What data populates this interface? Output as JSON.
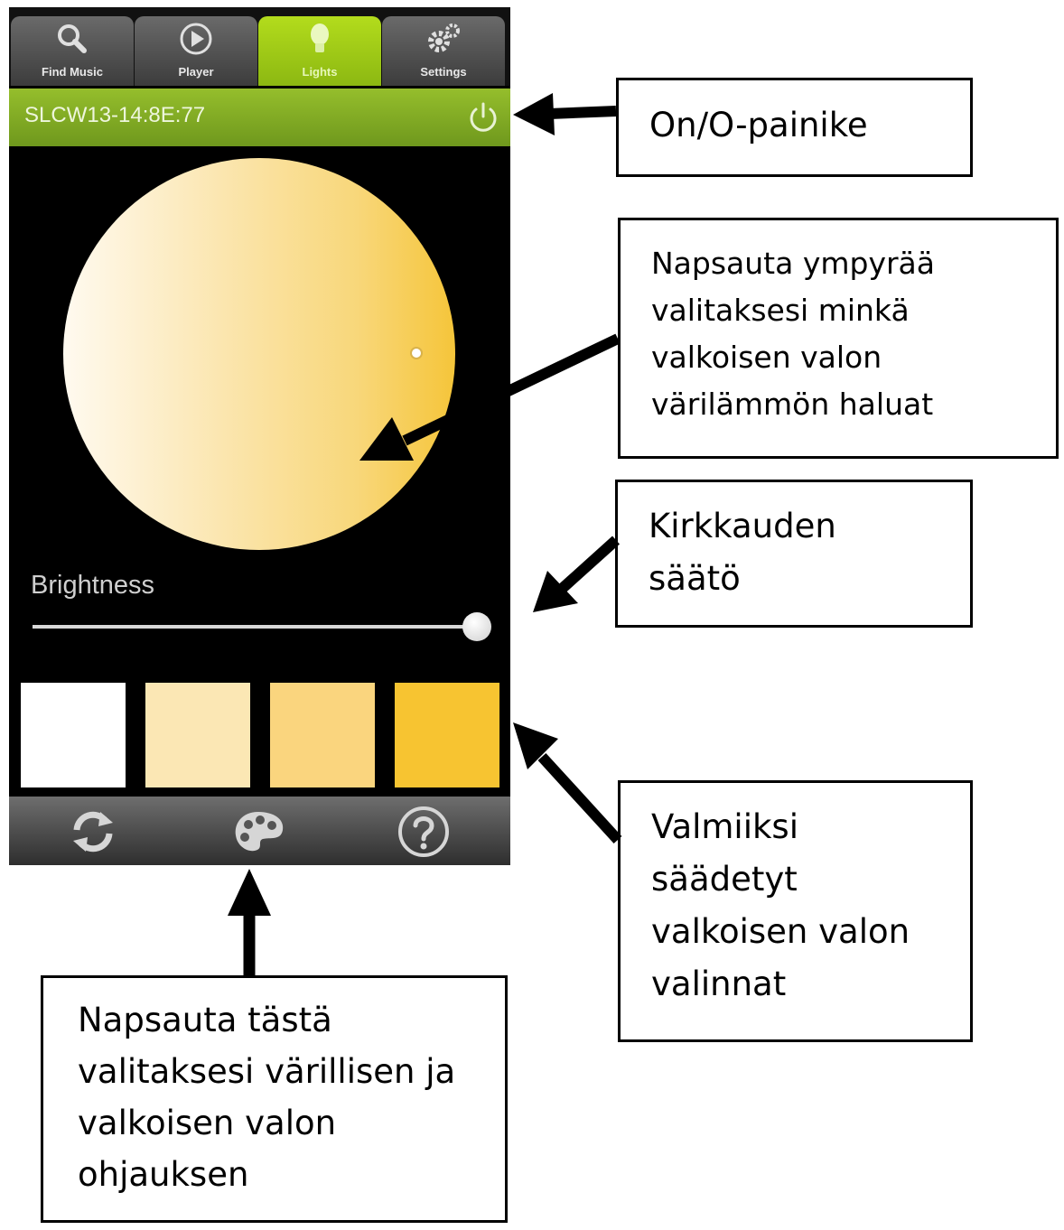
{
  "tabs": [
    {
      "label": "Find Music",
      "icon": "search-icon",
      "active": false
    },
    {
      "label": "Player",
      "icon": "play-icon",
      "active": false
    },
    {
      "label": "Lights",
      "icon": "bulb-icon",
      "active": true
    },
    {
      "label": "Settings",
      "icon": "gears-icon",
      "active": false
    }
  ],
  "device": {
    "name": "SLCW13-14:8E:77",
    "power_icon": "power-icon"
  },
  "brightness": {
    "label": "Brightness",
    "value": 0.98
  },
  "swatches": [
    "#ffffff",
    "#fbe7b4",
    "#fad57e",
    "#f7c431"
  ],
  "bottom_bar": {
    "icons": [
      "refresh-icon",
      "palette-icon",
      "help-icon"
    ]
  },
  "callouts": {
    "power": "On/O-painike",
    "circle": "Napsauta ympyrää\nvalitaksesi minkä\nvalkoisen valon\nvärilämmön haluat",
    "brightness": "Kirkkauden\nsäätö",
    "presets": "Valmiiksi\nsäädetyt\nvalkoisen valon\nvalinnat",
    "palette": "Napsauta tästä\nvalitaksesi värillisen ja\nvalkoisen valon\nohjauksen"
  },
  "colors": {
    "accent_green": "#8cb812",
    "background": "#000000"
  }
}
